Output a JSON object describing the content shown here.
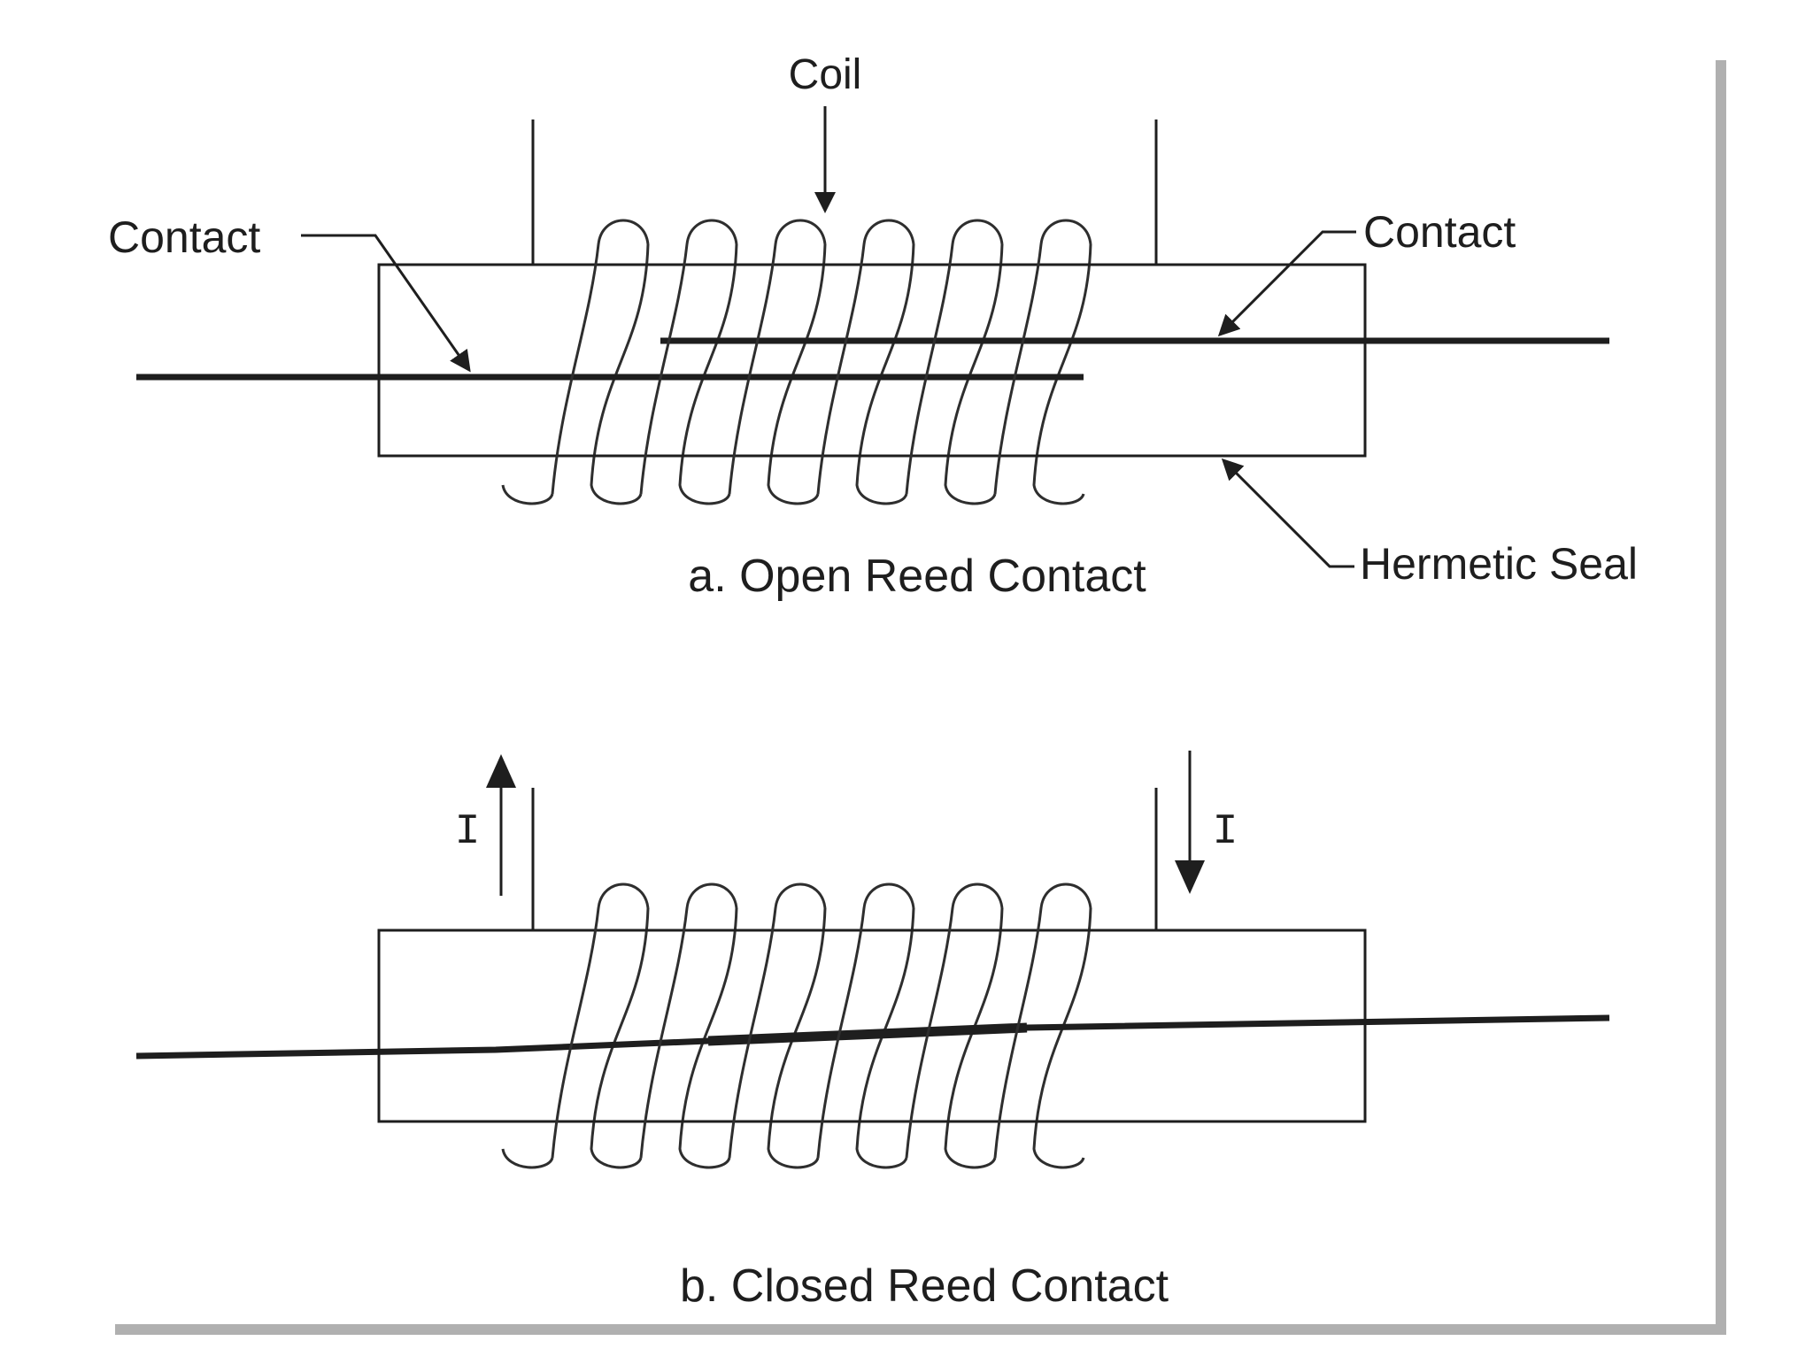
{
  "colors": {
    "line": "#1e1e1e",
    "coil": "#2e2e2e",
    "panel": "#ffffff",
    "shadow": "#6f6f6f"
  },
  "labels": {
    "coil": "Coil",
    "contact_left": "Contact",
    "contact_right": "Contact",
    "hermetic_seal": "Hermetic Seal",
    "current_left": "I",
    "current_right": "I"
  },
  "captions": {
    "open": "a. Open Reed Contact",
    "closed": "b. Closed Reed Contact"
  },
  "coil": {
    "turns": 6
  }
}
